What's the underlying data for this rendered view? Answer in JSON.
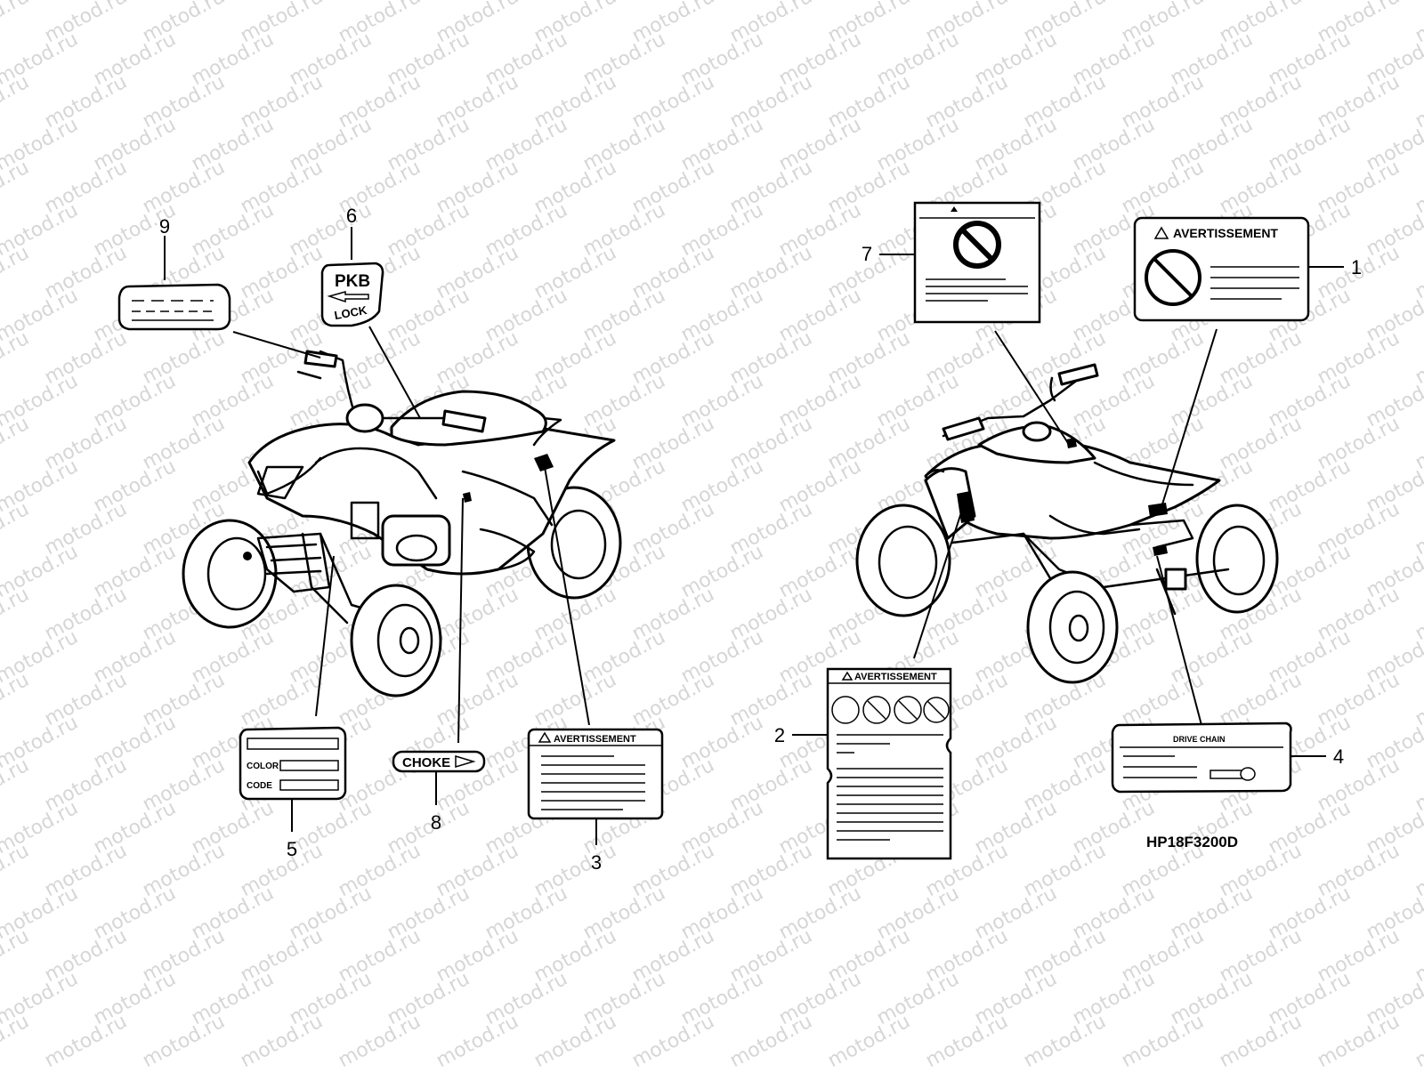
{
  "watermark": "motod.ru",
  "diagram_code": "HP18F3200D",
  "callouts": {
    "n1": "1",
    "n2": "2",
    "n3": "3",
    "n4": "4",
    "n5": "5",
    "n6": "6",
    "n7": "7",
    "n8": "8",
    "n9": "9"
  },
  "labels": {
    "label1_title": "AVERTISSEMENT",
    "label2_title": "AVERTISSEMENT",
    "label3_title": "AVERTISSEMENT",
    "label4_title": "DRIVE CHAIN",
    "label5_color": "COLOR",
    "label5_code": "CODE",
    "label6_top": "PKB",
    "label6_bottom": "LOCK",
    "label8_text": "CHOKE"
  }
}
